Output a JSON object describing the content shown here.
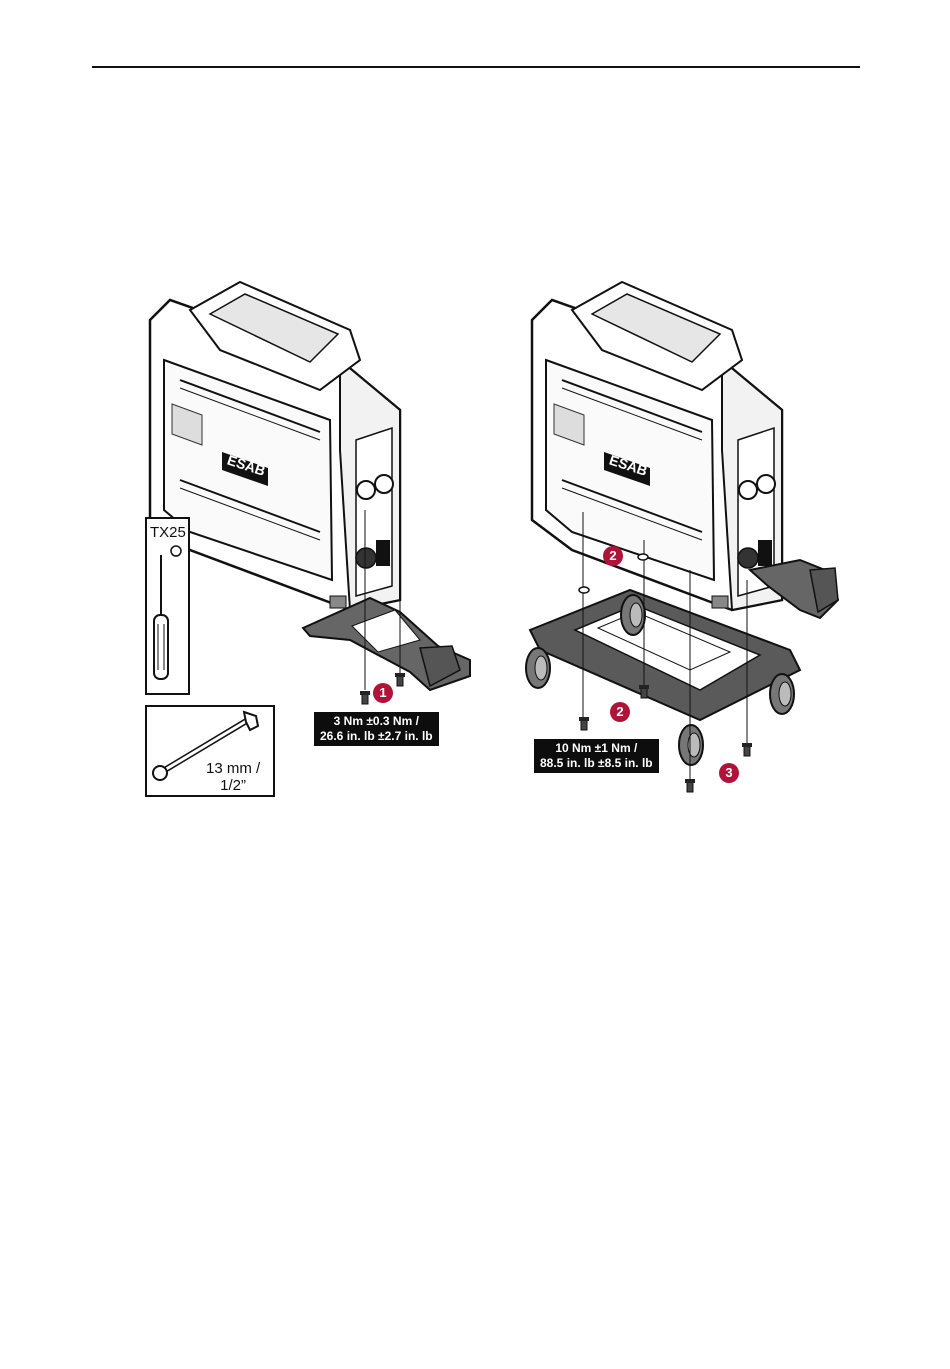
{
  "tools": {
    "screwdriver_label": "TX25",
    "wrench_label_line1": "13 mm /",
    "wrench_label_line2": "1/2”"
  },
  "brand": "ESAB",
  "left_figure": {
    "step_number": "1",
    "torque_line1": "3 Nm ±0.3 Nm /",
    "torque_line2": "26.6 in. lb ±2.7 in. lb"
  },
  "right_figure": {
    "step_a_number": "2",
    "step_b_number": "2",
    "step_c_number": "3",
    "torque_line1": "10 Nm ±1 Nm /",
    "torque_line2": "88.5 in. lb ±8.5 in. lb"
  },
  "colors": {
    "step_badge": "#b0133a",
    "torque_box": "#0d0d0d"
  }
}
